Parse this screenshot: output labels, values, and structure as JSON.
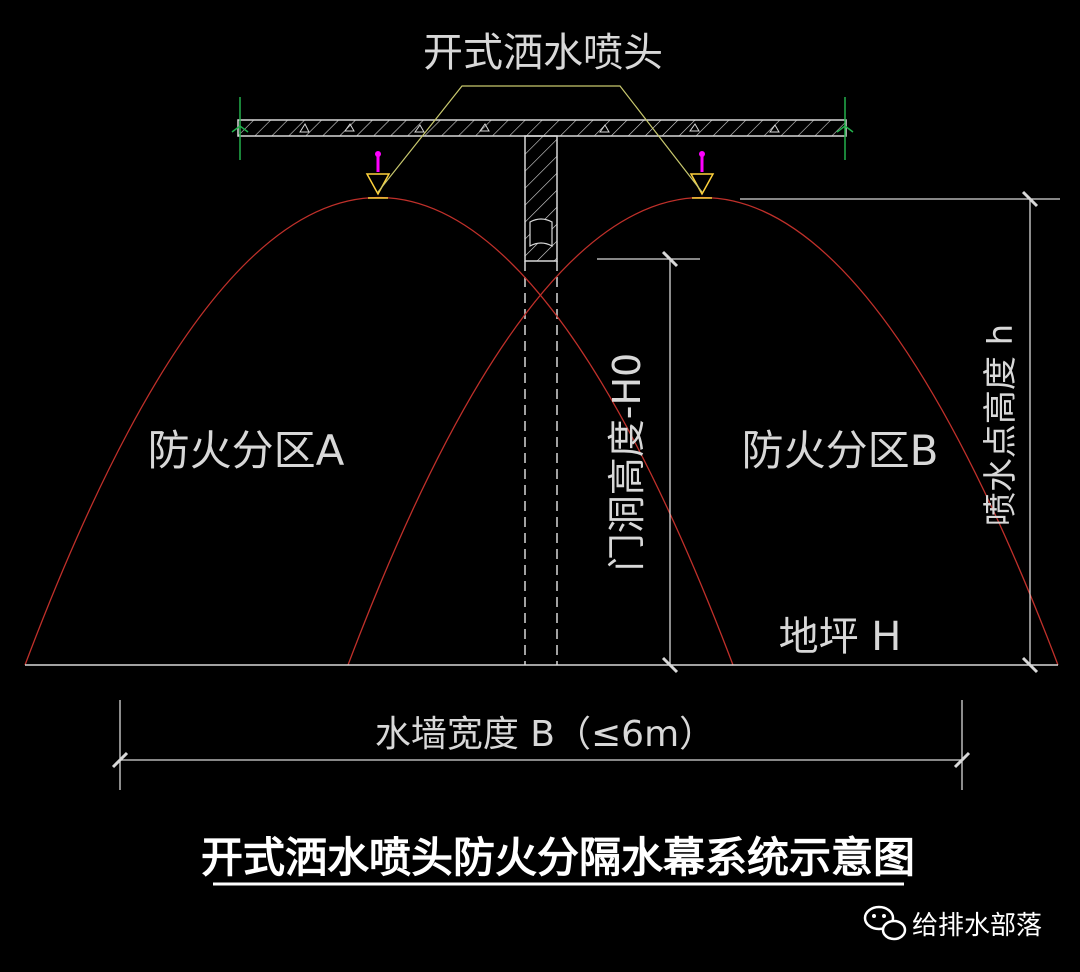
{
  "labels": {
    "sprinkler_head": "开式洒水喷头",
    "zone_a": "防火分区A",
    "zone_b": "防火分区B",
    "door_height": "门洞高度-H0",
    "spray_height": "喷水点高度 h",
    "floor": "地坪 H",
    "curtain_width": "水墙宽度 B（≤6m）"
  },
  "caption": "开式洒水喷头防火分隔水幕系统示意图",
  "watermark": {
    "text": "给排水部落",
    "icon": "wechat-icon"
  },
  "colors": {
    "background": "#000000",
    "structure": "#d8d8d8",
    "spray_curve": "#c0302a",
    "grid_mark": "#22b14c",
    "sprinkler_pipe": "#ff00ff",
    "sprinkler_body": "#ffd23c",
    "leader": "#c8c86e"
  }
}
